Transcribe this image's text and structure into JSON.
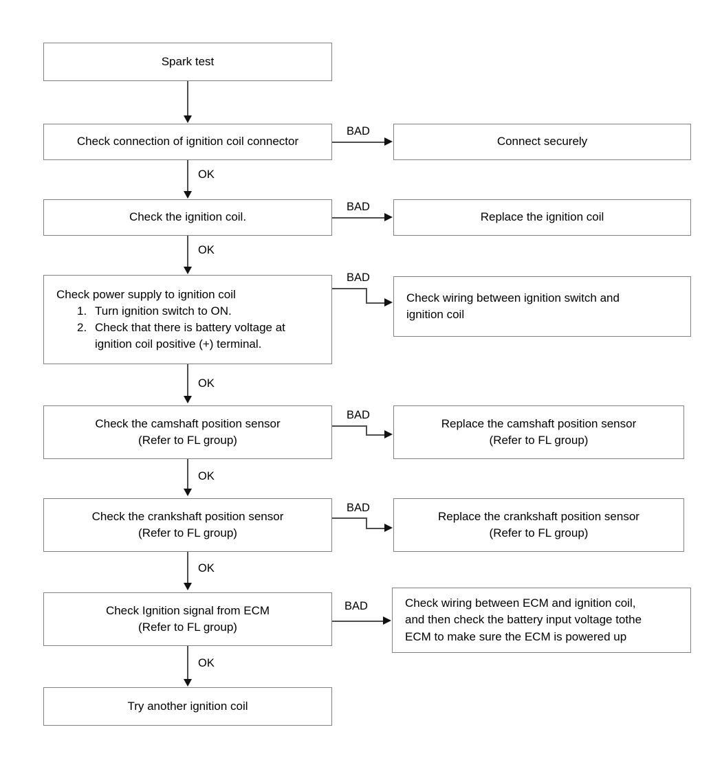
{
  "diagram": {
    "title": "Spark test troubleshooting flowchart",
    "colors": {
      "box_border": "#808080",
      "connector": "#4d4d4d",
      "arrow": "#111111",
      "text": "#000000",
      "background": "#ffffff"
    },
    "labels": {
      "ok": "OK",
      "bad": "BAD"
    }
  },
  "nodes": {
    "spark_test": "Spark test",
    "check_connection": "Check connection of ignition coil connector",
    "connect_securely": "Connect securely",
    "check_coil": "Check the ignition coil.",
    "replace_coil": "Replace the ignition coil",
    "check_power_supply": {
      "heading": "Check power supply to ignition coil",
      "steps": [
        {
          "num": "1.",
          "text": "Turn ignition switch to ON."
        },
        {
          "num": "2.",
          "text": "Check that there is battery voltage at ignition coil positive (+) terminal."
        }
      ]
    },
    "check_wiring_ign_switch": {
      "line1": "Check wiring between ignition switch and",
      "line2": "ignition coil"
    },
    "check_camshaft": {
      "line1": "Check the camshaft position sensor",
      "line2": "(Refer to FL group)"
    },
    "replace_camshaft": {
      "line1": "Replace the camshaft position sensor",
      "line2": "(Refer to FL group)"
    },
    "check_crankshaft": {
      "line1": "Check the crankshaft position sensor",
      "line2": "(Refer to FL group)"
    },
    "replace_crankshaft": {
      "line1": "Replace the crankshaft position sensor",
      "line2": "(Refer to FL group)"
    },
    "check_ecm_signal": {
      "line1": "Check Ignition signal from ECM",
      "line2": "(Refer to FL group)"
    },
    "check_ecm_wiring": {
      "line1": "Check wiring between ECM and ignition coil,",
      "line2": "and then check the battery input voltage tothe",
      "line3": "ECM to make sure the ECM is powered up"
    },
    "try_another_coil": "Try another ignition coil"
  },
  "edges": {
    "ok1": "OK",
    "ok2": "OK",
    "ok3": "OK",
    "ok4": "OK",
    "ok5": "OK",
    "ok6": "OK",
    "bad1": "BAD",
    "bad2": "BAD",
    "bad3": "BAD",
    "bad4": "BAD",
    "bad5": "BAD",
    "bad6": "BAD"
  }
}
